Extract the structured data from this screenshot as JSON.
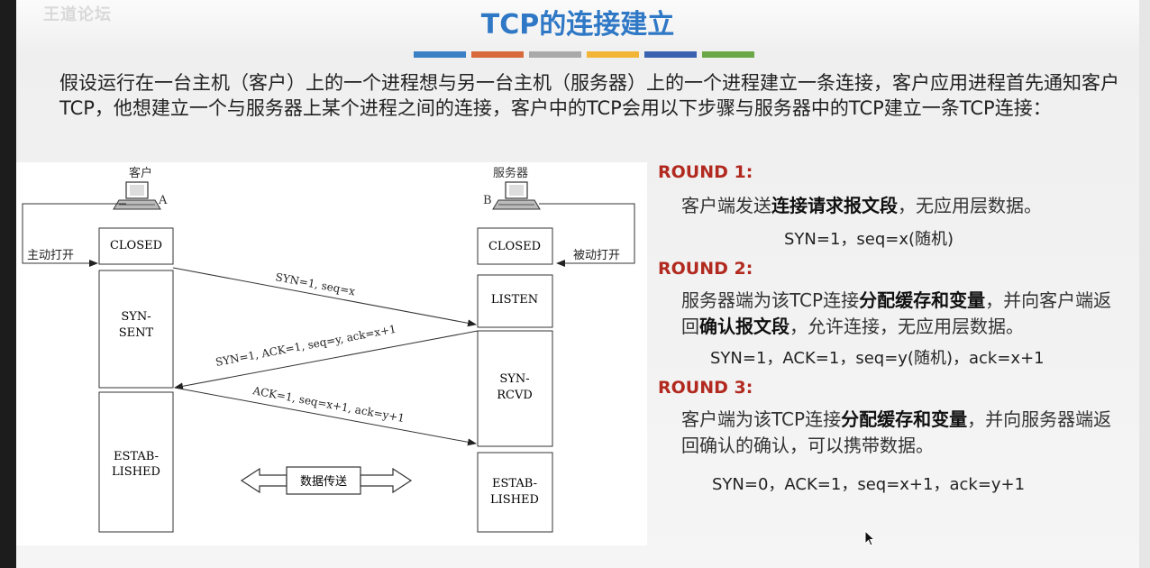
{
  "watermark": "王道论坛",
  "title": "TCP的连接建立",
  "title_bar_colors": [
    "#3b7fc4",
    "#d86a3c",
    "#a9a9a9",
    "#f2b535",
    "#3b62b0",
    "#6aa847"
  ],
  "intro": "假设运行在一台主机（客户）上的一个进程想与另一台主机（服务器）上的一个进程建立一条连接，客户应用进程首先通知客户TCP，他想建立一个与服务器上某个进程之间的连接，客户中的TCP会用以下步骤与服务器中的TCP建立一条TCP连接：",
  "diagram": {
    "client_label": "客户",
    "client_id": "A",
    "server_label": "服务器",
    "server_id": "B",
    "active_open": "主动打开",
    "passive_open": "被动打开",
    "client_states": [
      "CLOSED",
      "SYN-",
      "SENT",
      "ESTAB-",
      "LISHED"
    ],
    "server_states": [
      "CLOSED",
      "LISTEN",
      "SYN-",
      "RCVD",
      "ESTAB-",
      "LISHED"
    ],
    "msg1": "SYN=1, seq=x",
    "msg2": "SYN=1, ACK=1, seq=y, ack=x+1",
    "msg3": "ACK=1, seq=x+1, ack=y+1",
    "data_transfer": "数据传送"
  },
  "rounds": [
    {
      "title": "ROUND 1:",
      "desc_pre": "客户端发送",
      "desc_bold": "连接请求报文段",
      "desc_post": "，无应用层数据。",
      "formula": "SYN=1，seq=x(随机)"
    },
    {
      "title": "ROUND 2:",
      "desc_pre": "服务器端为该TCP连接",
      "desc_bold": "分配缓存和变量",
      "desc_mid": "，并向客户端返回",
      "desc_bold2": "确认报文段",
      "desc_post": "，允许连接，无应用层数据。",
      "formula": "SYN=1，ACK=1，seq=y(随机)，ack=x+1"
    },
    {
      "title": "ROUND 3:",
      "desc_pre": "客户端为该TCP连接",
      "desc_bold": "分配缓存和变量",
      "desc_post": "，并向服务器端返回确认的确认，可以携带数据。",
      "formula": "SYN=0，ACK=1，seq=x+1，ack=y+1"
    }
  ]
}
